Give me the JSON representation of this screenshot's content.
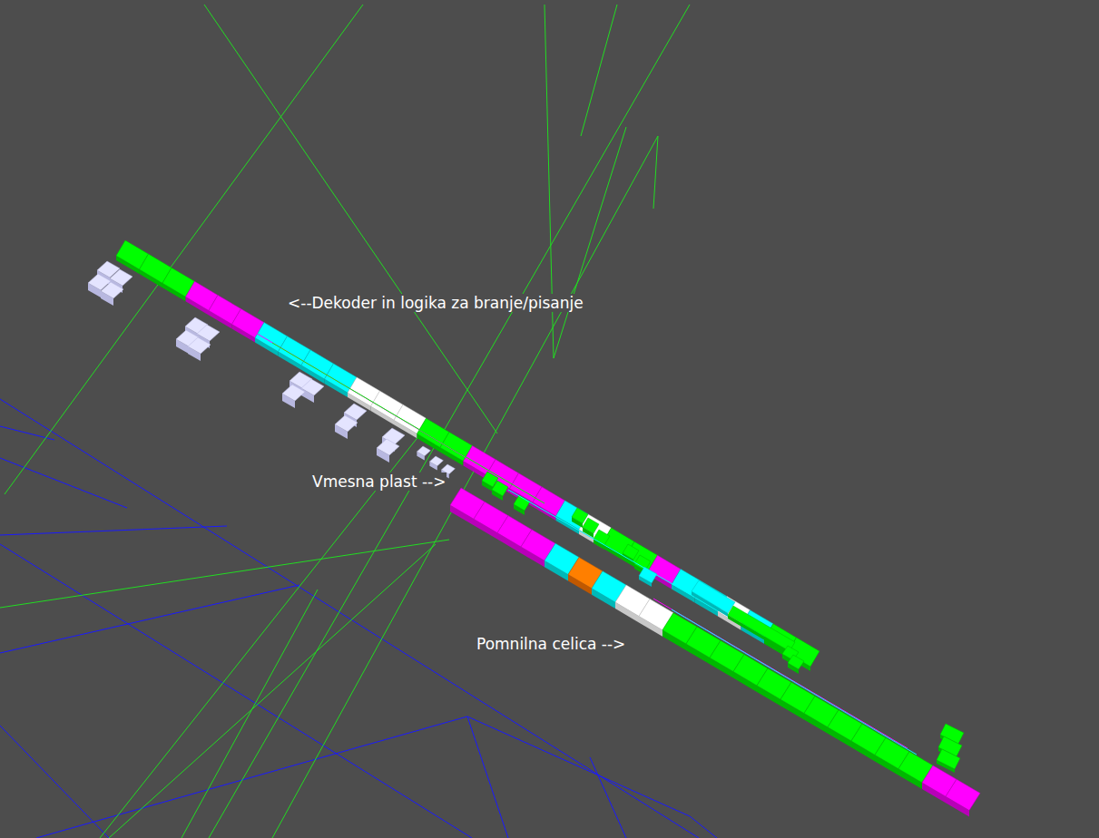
{
  "diagram": {
    "labels": [
      "<--Dekoder in logika za branje/pisanje",
      "Vmesna plast -->",
      "Pomnilna celica -->"
    ]
  }
}
